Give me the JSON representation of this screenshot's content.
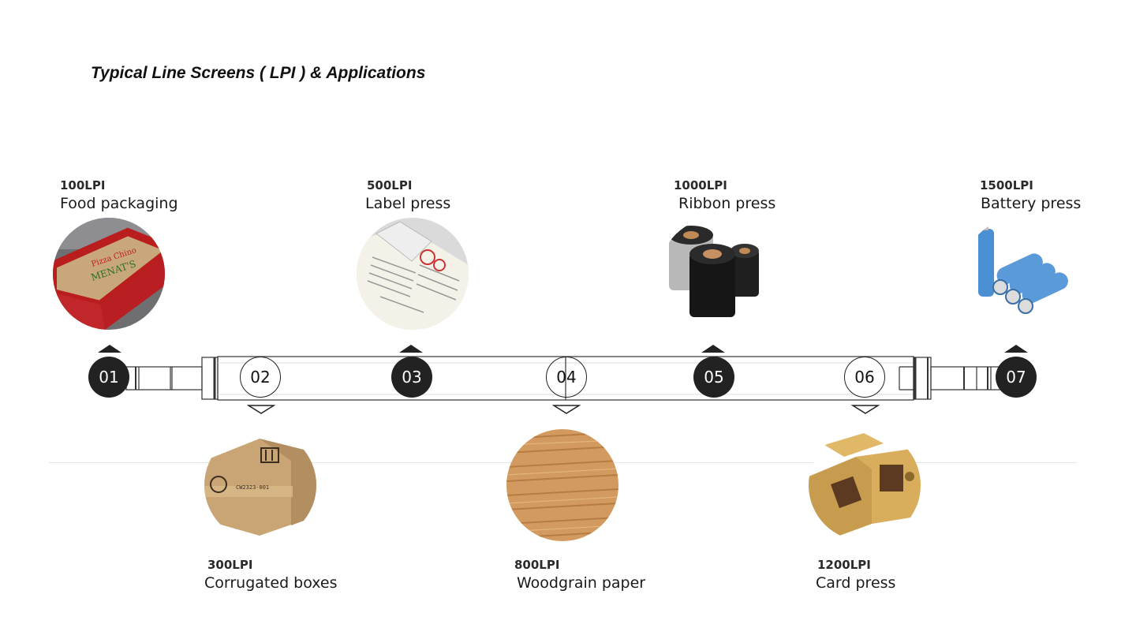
{
  "title": "Typical Line Screens ( LPI ) & Applications",
  "colors": {
    "node_dark": "#222222",
    "node_light": "#ffffff",
    "roller_stroke": "#333333"
  },
  "items": [
    {
      "num": "01",
      "lpi": "100LPI",
      "app": "Food packaging",
      "icon": "food-box-photo"
    },
    {
      "num": "02",
      "lpi": "300LPI",
      "app": "Corrugated boxes",
      "icon": "corrugated-box-photo"
    },
    {
      "num": "03",
      "lpi": "500LPI",
      "app": "Label press",
      "icon": "label-roll-photo"
    },
    {
      "num": "04",
      "lpi": "800LPI",
      "app": "Woodgrain paper",
      "icon": "woodgrain-photo"
    },
    {
      "num": "05",
      "lpi": "1000LPI",
      "app": "Ribbon press",
      "icon": "ribbon-rolls-photo"
    },
    {
      "num": "06",
      "lpi": "1200LPI",
      "app": "Card press",
      "icon": "card-boxes-photo"
    },
    {
      "num": "07",
      "lpi": "1500LPI",
      "app": "Battery press",
      "icon": "battery-cells-photo"
    }
  ]
}
